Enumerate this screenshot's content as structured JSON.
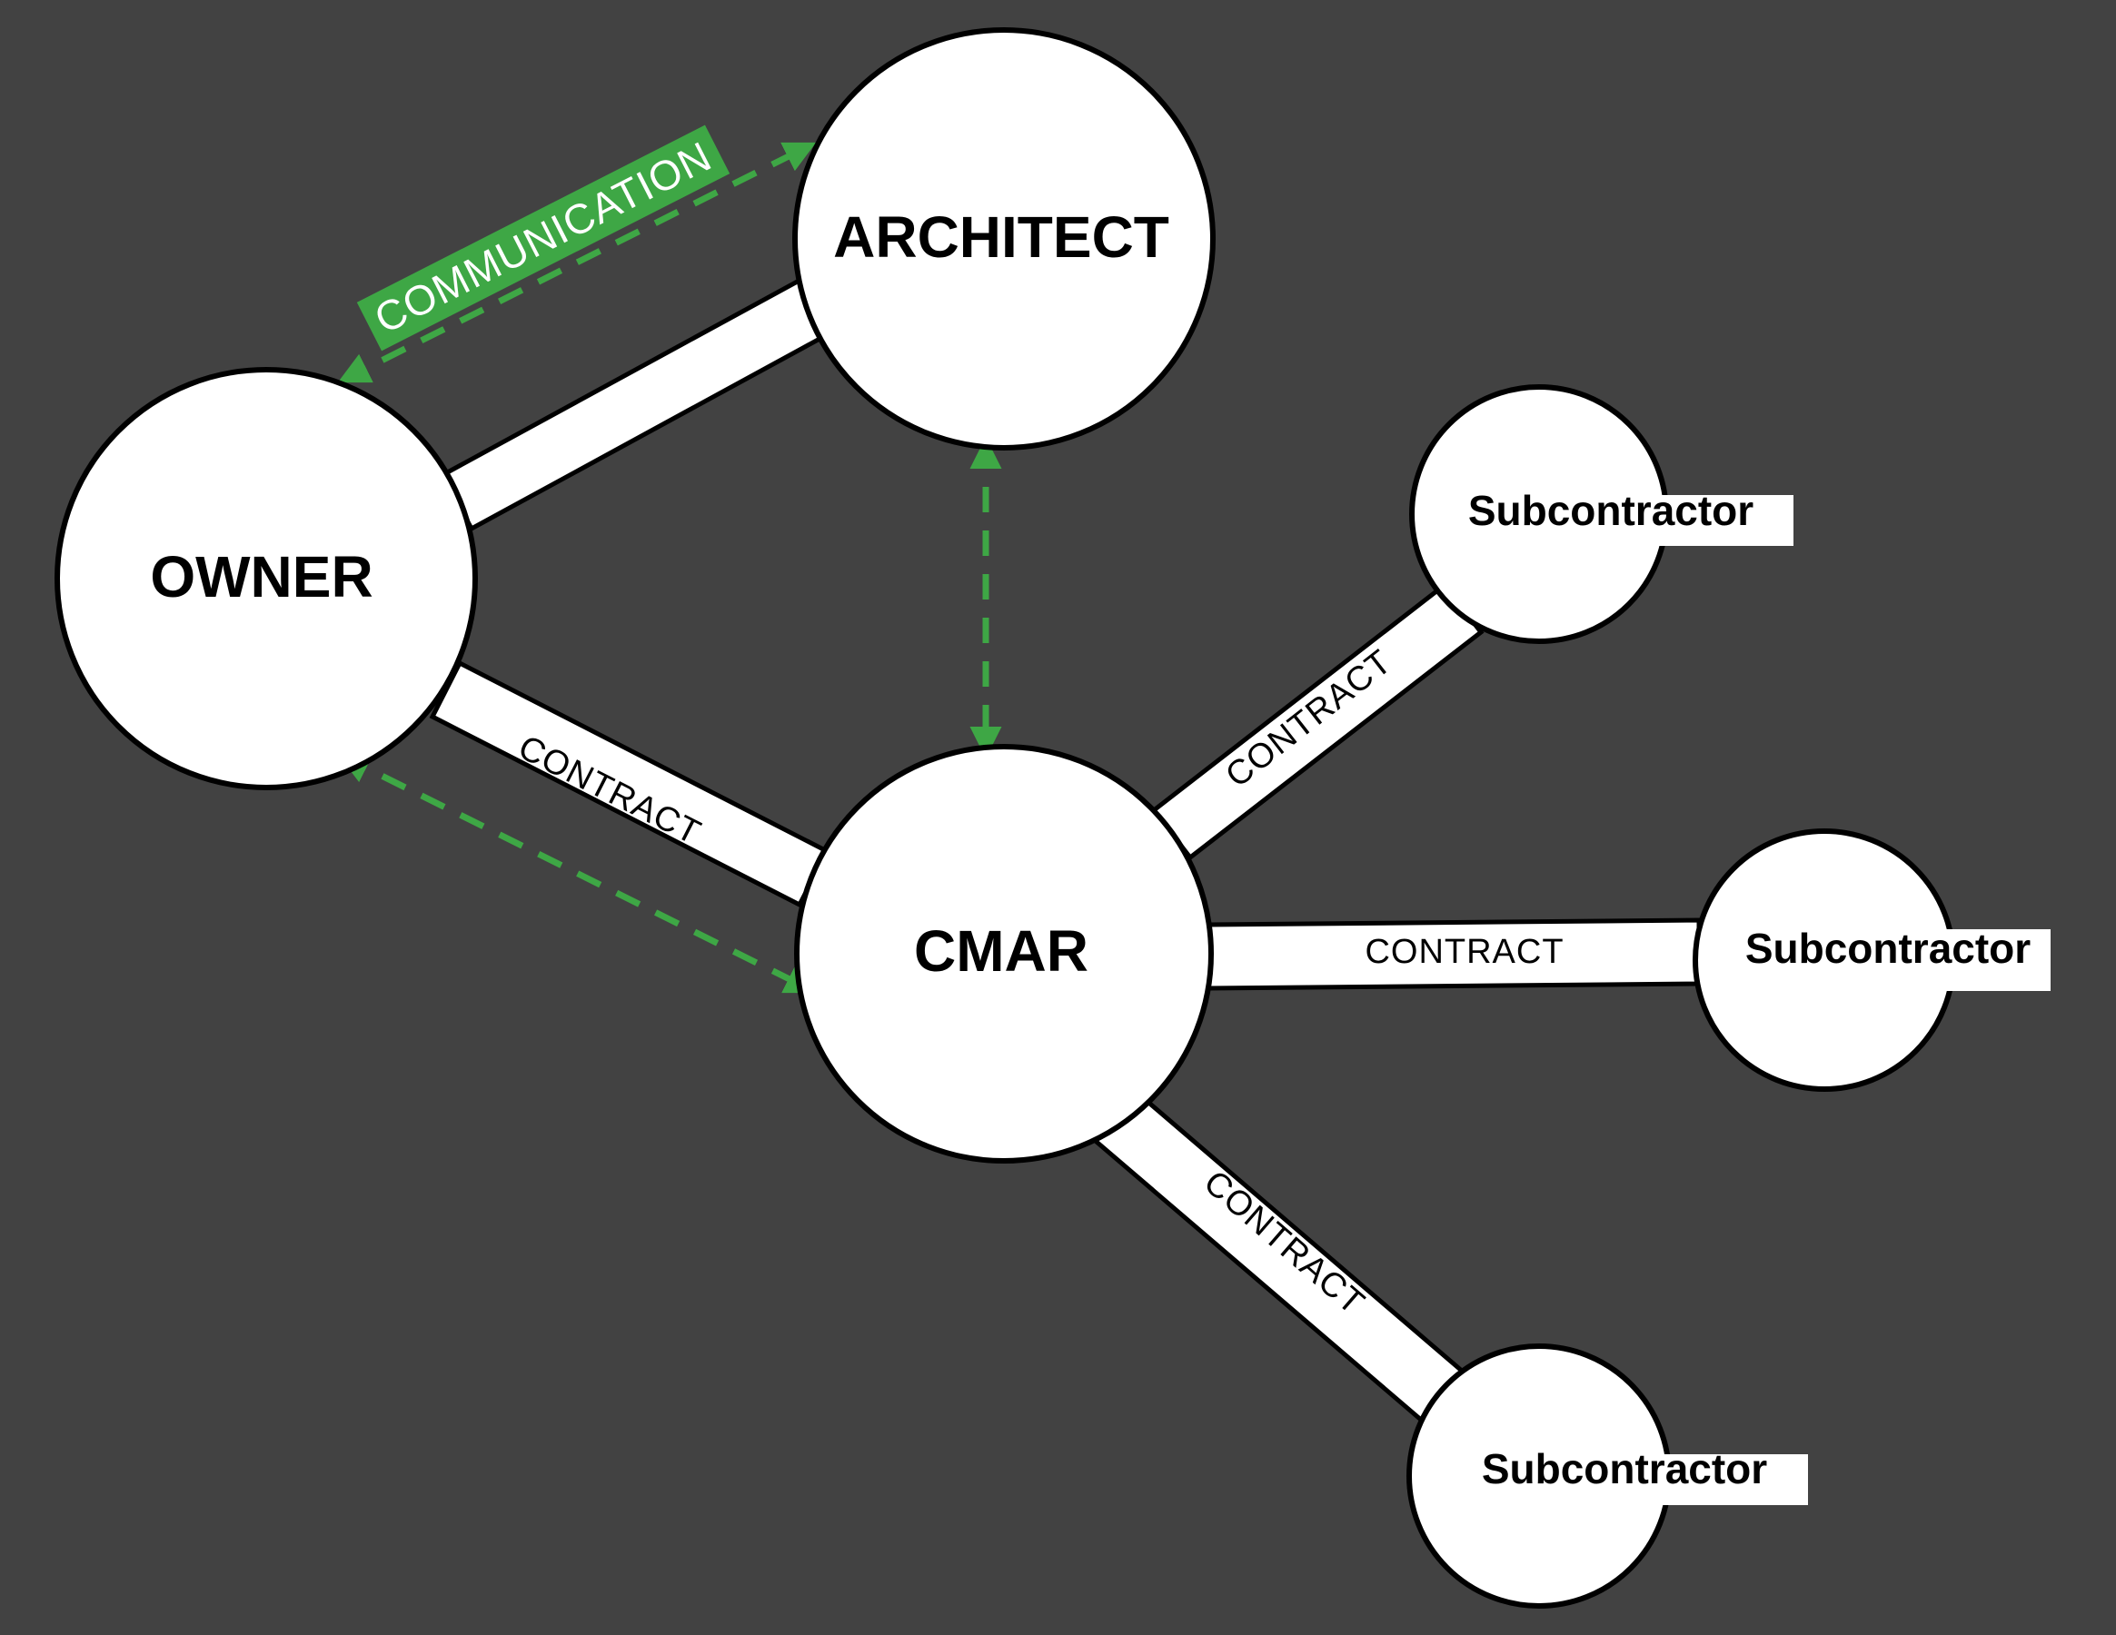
{
  "nodes": {
    "owner": "OWNER",
    "architect": "ARCHITECT",
    "cmar": "CMAR",
    "sub1": "Subcontractor",
    "sub2": "Subcontractor",
    "sub3": "Subcontractor"
  },
  "relations": {
    "owner_cmar": "CONTRACT",
    "cmar_sub1": "CONTRACT",
    "cmar_sub2": "CONTRACT",
    "cmar_sub3": "CONTRACT"
  },
  "communication_label": "COMMUNICATION",
  "colors": {
    "background": "#424242",
    "communication": "#3ea745",
    "node_fill": "#ffffff",
    "outline": "#000000"
  }
}
